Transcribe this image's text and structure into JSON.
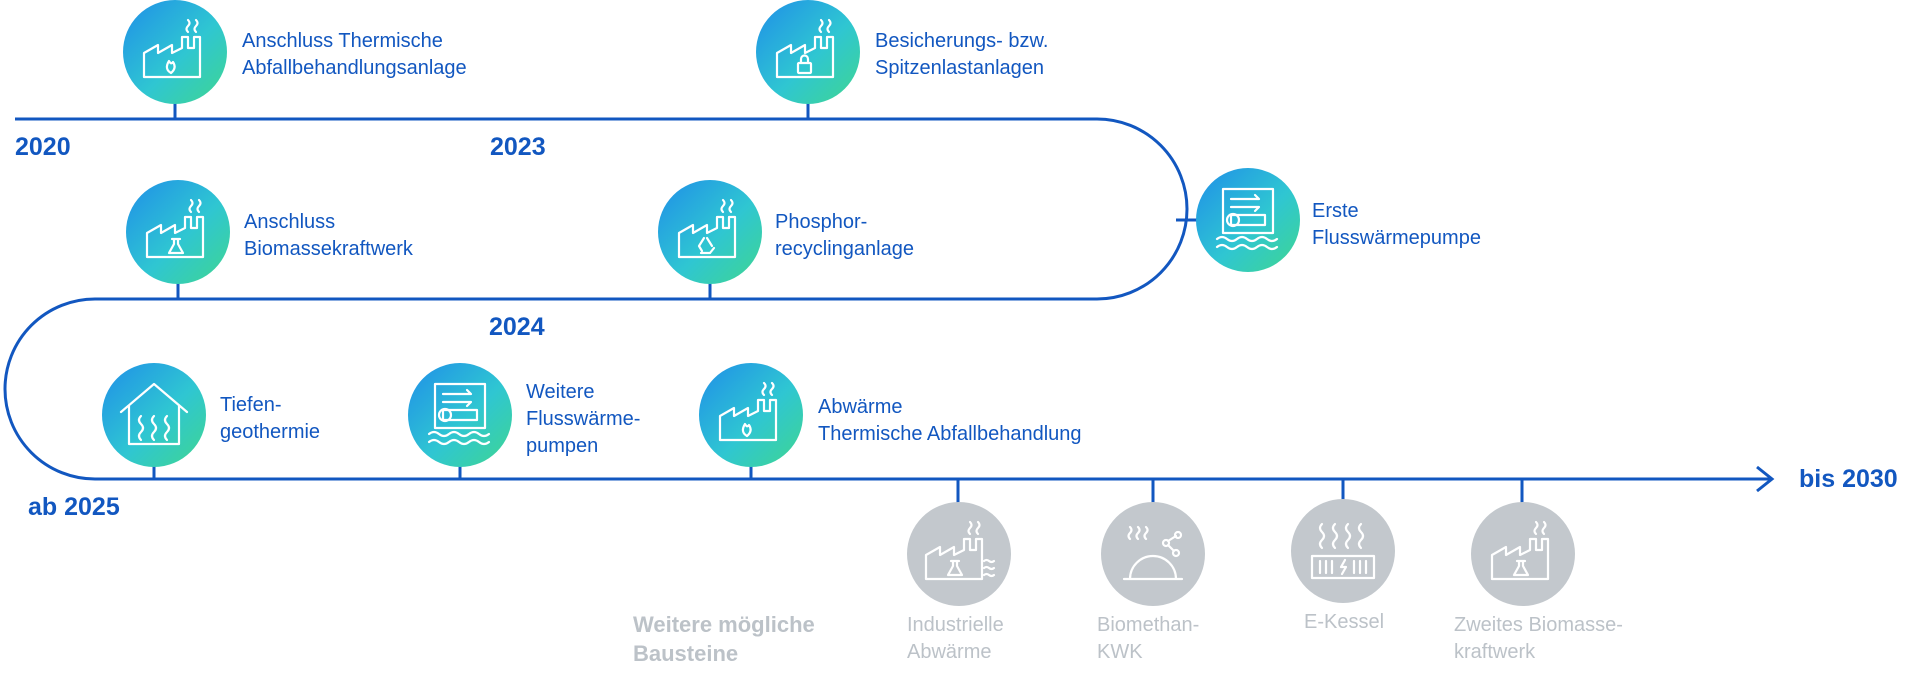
{
  "years": {
    "y2020": "2020",
    "y2023": "2023",
    "y2024": "2024",
    "y2025": "ab 2025",
    "y2030": "bis 2030"
  },
  "milestones": {
    "thermische_abfall": {
      "line1": "Anschluss Thermische",
      "line2": "Abfallbehandlungsanlage",
      "icon": "factory-flame-icon"
    },
    "besicherung": {
      "line1": "Besicherungs- bzw.",
      "line2": "Spitzenlastanlagen",
      "icon": "factory-lock-icon"
    },
    "biomasse": {
      "line1": "Anschluss",
      "line2": "Biomassekraftwerk",
      "icon": "factory-flask-icon"
    },
    "phosphor": {
      "line1": "Phosphor-",
      "line2": "recyclinganlage",
      "icon": "factory-recycle-icon"
    },
    "erste_fluss": {
      "line1": "Erste",
      "line2": "Flusswärmepumpe",
      "icon": "heat-pump-water-icon"
    },
    "tiefen": {
      "line1": "Tiefen-",
      "line2": "geothermie",
      "icon": "house-heat-icon"
    },
    "weitere_fluss": {
      "line1": "Weitere",
      "line2": "Flusswärme-",
      "line3": "pumpen",
      "icon": "heat-pump-water-icon"
    },
    "abwaerme": {
      "line1": "Abwärme",
      "line2": "Thermische Abfallbehandlung",
      "icon": "factory-flame-icon"
    }
  },
  "future": {
    "title_line1": "Weitere mögliche",
    "title_line2": "Bausteine",
    "industrie": {
      "line1": "Industrielle",
      "line2": "Abwärme",
      "icon": "factory-waves-icon"
    },
    "biomethan": {
      "line1": "Biomethan-",
      "line2": "KWK",
      "icon": "biogas-dome-icon"
    },
    "ekessel": {
      "line1": "E-Kessel",
      "icon": "electric-boiler-icon"
    },
    "zweites": {
      "line1": "Zweites Biomasse-",
      "line2": "kraftwerk",
      "icon": "factory-flask-icon"
    }
  },
  "colors": {
    "line": "#1257c0",
    "gray_icon": "#c3c8cd"
  }
}
